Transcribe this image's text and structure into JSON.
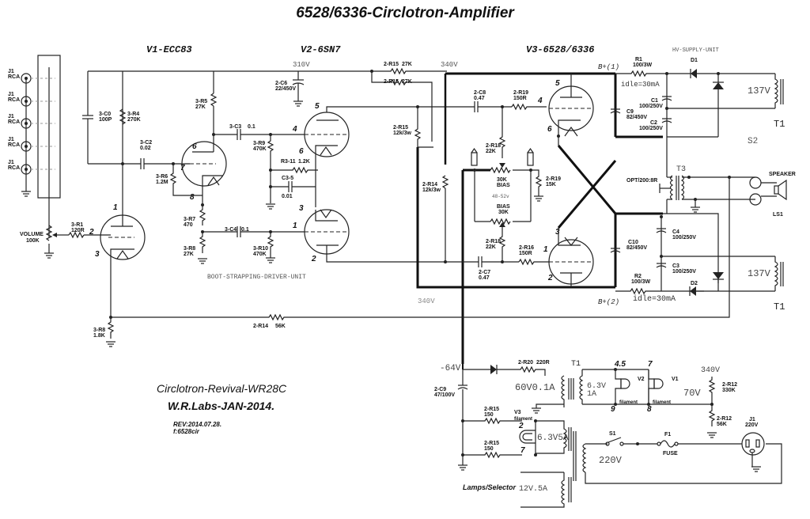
{
  "title": "6528/6336-Circlotron-Amplifier",
  "sections": {
    "v1": "V1-ECC83",
    "v2": "V2-6SN7",
    "v3": "V3-6528/6336",
    "hv_supply": "HV-SUPPLY-UNIT",
    "driver": "BOOT-STRAPPING-DRIVER-UNIT"
  },
  "credits": {
    "line1": "Circlotron-Revival-WR28C",
    "line2": "W.R.Labs-JAN-2014.",
    "rev": "REV:2014.07.28.",
    "file": "f:6528cir"
  },
  "voltages": {
    "v310": "310V",
    "v340_top": "340V",
    "v340_bottom": "340V",
    "v340_bias": "340V",
    "vneg64": "-64V",
    "v70": "70V",
    "v137_top": "137V",
    "v137_bottom": "137V",
    "bplus1": "B+(1)",
    "bplus2": "B+(2)",
    "idle1": "idle=30mA",
    "idle2": "idle=30mA",
    "bias_range": "48-52v",
    "s2": "S2"
  },
  "inputs": {
    "jacks": [
      {
        "ref": "J1",
        "type": "RCA"
      },
      {
        "ref": "J1",
        "type": "RCA"
      },
      {
        "ref": "J1",
        "type": "RCA"
      },
      {
        "ref": "J1",
        "type": "RCA"
      },
      {
        "ref": "J1",
        "type": "RCA"
      }
    ],
    "volume_label": "VOLUME",
    "volume_value": "100K"
  },
  "components": {
    "c0": {
      "ref": "3-C0",
      "value": "100P"
    },
    "r4": {
      "ref": "3-R4",
      "value": "270K"
    },
    "c2": {
      "ref": "3-C2",
      "value": "0.02"
    },
    "r1": {
      "ref": "3-R1",
      "value": "120R"
    },
    "r5": {
      "ref": "3-R5",
      "value": "27K"
    },
    "r6": {
      "ref": "3-R6",
      "value": "1.2M"
    },
    "r7": {
      "ref": "3-R7",
      "value": "470"
    },
    "r8a": {
      "ref": "3-R8",
      "value": "27K"
    },
    "r8b": {
      "ref": "3-R8",
      "value": "1.8K"
    },
    "c3": {
      "ref": "3-C3",
      "value": "0.1"
    },
    "c4": {
      "ref": "3-C4",
      "value": "0.1"
    },
    "r9": {
      "ref": "3-R9",
      "value": "470K"
    },
    "r10": {
      "ref": "3-R10",
      "value": "470K"
    },
    "r311": {
      "ref": "R3-11",
      "value": "1.2K"
    },
    "c35": {
      "ref": "C3-5",
      "value": "0.01"
    },
    "c6": {
      "ref": "2-C6",
      "value": "22/450V"
    },
    "r15a": {
      "ref": "2-R15",
      "value": "27K"
    },
    "r15b": {
      "ref": "2-R15",
      "value": "27K"
    },
    "r15c": {
      "ref": "2-R15",
      "value": "12k/3w"
    },
    "r14a": {
      "ref": "2-R14",
      "value": "12k/3w"
    },
    "r14b": {
      "ref": "2-R14",
      "value": "56K"
    },
    "c8": {
      "ref": "2-C8",
      "value": "0.47"
    },
    "c7": {
      "ref": "2-C7",
      "value": "0.47"
    },
    "r19a": {
      "ref": "2-R19",
      "value": "150R"
    },
    "r19b": {
      "ref": "2-R19",
      "value": "15K"
    },
    "r16": {
      "ref": "2-R16",
      "value": "150R"
    },
    "r18a": {
      "ref": "2-R18",
      "value": "22K"
    },
    "r18b": {
      "ref": "2-R18",
      "value": "22K"
    },
    "bias1": {
      "ref": "BIAS",
      "value": "30K"
    },
    "bias2": {
      "ref": "BIAS",
      "value": "30K"
    },
    "hr1": {
      "ref": "R1",
      "value": "100/3W"
    },
    "hr2": {
      "ref": "R2",
      "value": "100/3W"
    },
    "d1": {
      "ref": "D1"
    },
    "d2": {
      "ref": "D2"
    },
    "hc1": {
      "ref": "C1",
      "value": "100/250V"
    },
    "hc2": {
      "ref": "C2",
      "value": "100/250V"
    },
    "hc3": {
      "ref": "C3",
      "value": "100/250V"
    },
    "hc4": {
      "ref": "C4",
      "value": "100/250V"
    },
    "c9": {
      "ref": "C9",
      "value": "82/450V"
    },
    "c10": {
      "ref": "C10",
      "value": "82/450V"
    },
    "t3": {
      "ref": "T3",
      "value": "OPT/200:8R"
    },
    "t1a": {
      "ref": "T1"
    },
    "t1b": {
      "ref": "T1"
    },
    "speaker": {
      "ref": "LS1",
      "label": "SPEAKER"
    },
    "r20": {
      "ref": "2-R20",
      "value": "220R"
    },
    "c9b": {
      "ref": "2-C9",
      "value": "47/100V"
    },
    "r15d": {
      "ref": "2-R15",
      "value": "150"
    },
    "r15e": {
      "ref": "2-R15",
      "value": "150"
    },
    "r12a": {
      "ref": "2-R12",
      "value": "330K"
    },
    "r12b": {
      "ref": "2-R12",
      "value": "56K"
    },
    "s1": {
      "ref": "S1"
    },
    "f1": {
      "ref": "F1",
      "label": "FUSE"
    },
    "mains": {
      "ref": "J1",
      "value": "220V"
    }
  },
  "power": {
    "t1": "T1",
    "sec_hv": "60V0.1A",
    "sec_fil1": "6.3V",
    "sec_fil1_a": "1A",
    "sec_fil2": "6.3V5A",
    "primary": "220V",
    "lamps": "Lamps/Selector",
    "sec_lamps": "12V.5A",
    "v3_fil": "V3",
    "filament": "filament",
    "v2": "V2",
    "v1": "V1",
    "fil_pins": {
      "p45": "4.5",
      "p7": "7",
      "p9": "9",
      "p8": "8",
      "v3p2": "2",
      "v3p7": "7"
    }
  },
  "pins": {
    "v1": {
      "a": "1",
      "g": "2",
      "k": "3"
    },
    "v1b": {
      "a": "6",
      "g": "7",
      "k": "8"
    },
    "v2a": {
      "a": "5",
      "g": "4",
      "k": "6"
    },
    "v2b": {
      "a": "2",
      "g": "1",
      "k": "3"
    },
    "v3a": {
      "a": "5",
      "g": "4",
      "k": "6"
    },
    "v3b": {
      "a": "2",
      "g": "1",
      "k": "3"
    }
  }
}
